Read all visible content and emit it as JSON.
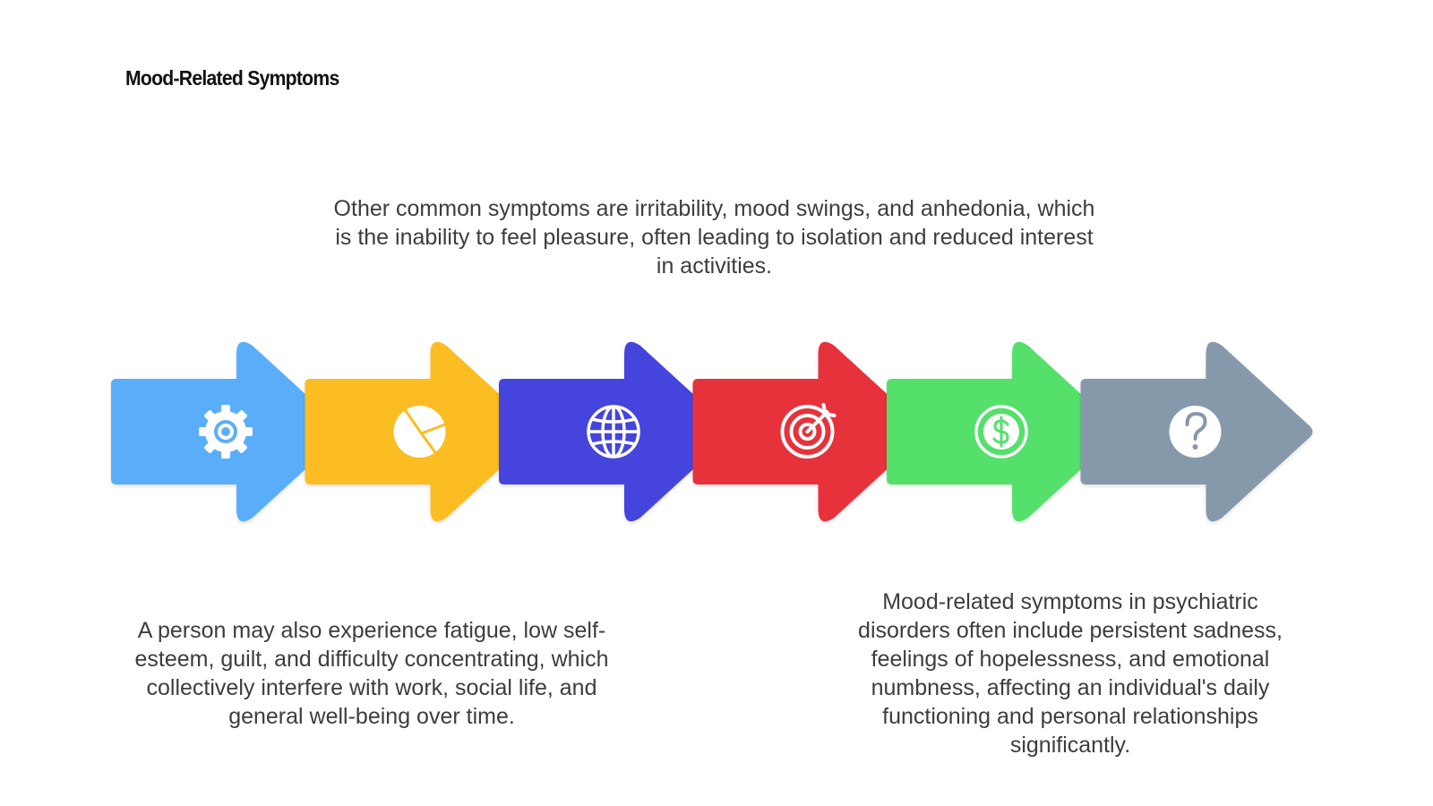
{
  "title": "Mood-Related Symptoms",
  "descriptions": {
    "top": "Other common symptoms are irritability, mood swings, and anhedonia, which is the inability to feel pleasure, often leading to isolation and reduced interest in activities.",
    "bottom_left": "A person may also experience fatigue, low self-esteem, guilt, and difficulty concentrating, which collectively interfere with work, social life, and general well-being over time.",
    "bottom_right": "Mood-related symptoms in psychiatric disorders often include persistent sadness, feelings of hopelessness, and emotional numbness, affecting an individual's daily functioning and personal relationships significantly."
  },
  "arrows": [
    {
      "color": "#5aaef9",
      "icon": "gear-icon"
    },
    {
      "color": "#fbbd22",
      "icon": "pie-chart-icon"
    },
    {
      "color": "#4444dd",
      "icon": "globe-icon"
    },
    {
      "color": "#e8323a",
      "icon": "target-icon"
    },
    {
      "color": "#55e06c",
      "icon": "dollar-coin-icon"
    },
    {
      "color": "#8699ab",
      "icon": "question-icon"
    }
  ]
}
